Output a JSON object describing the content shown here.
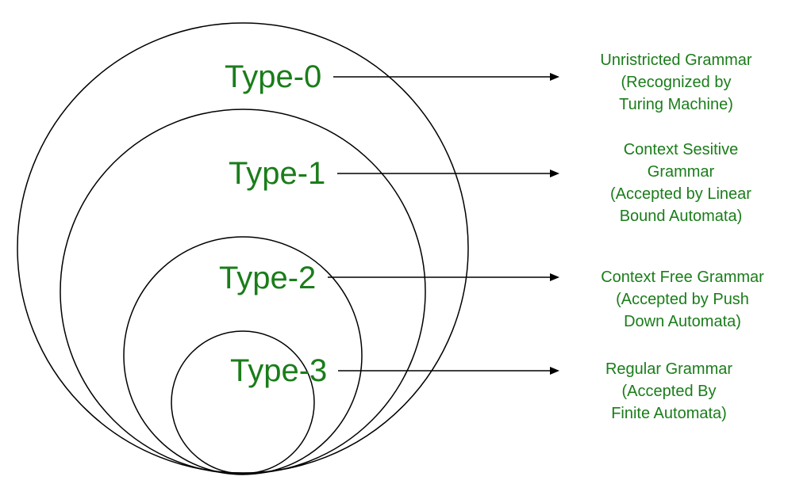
{
  "colors": {
    "text": "#1a7d1a",
    "stroke": "#000000",
    "background": "#ffffff"
  },
  "levels": [
    {
      "label": "Type-0",
      "description": [
        "Unristricted Grammar",
        "(Recognized by",
        "Turing Machine)"
      ]
    },
    {
      "label": "Type-1",
      "description": [
        "Context Sesitive",
        "Grammar",
        "(Accepted by Linear",
        "Bound Automata)"
      ]
    },
    {
      "label": "Type-2",
      "description": [
        "Context Free Grammar",
        "(Accepted by Push",
        "Down Automata)"
      ]
    },
    {
      "label": "Type-3",
      "description": [
        "Regular Grammar",
        "(Accepted By",
        "Finite Automata)"
      ]
    }
  ]
}
